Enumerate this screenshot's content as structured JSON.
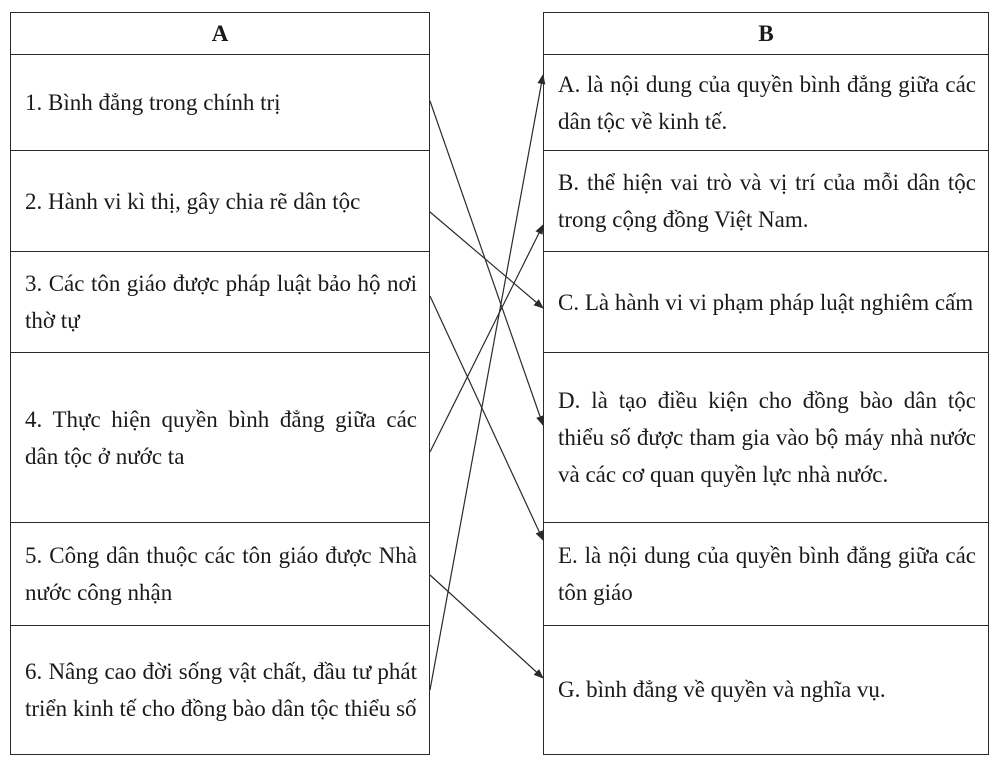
{
  "column_a": {
    "header": "A",
    "items": [
      "1. Bình đẳng trong chính trị",
      "2. Hành vi kì thị, gây chia rẽ dân tộc",
      "3. Các tôn giáo được pháp luật bảo hộ nơi thờ tự",
      "4. Thực hiện quyền bình đẳng giữa các dân tộc ở nước ta",
      "5. Công dân thuộc các tôn giáo được Nhà nước công nhận",
      "6. Nâng cao đời sống vật chất, đầu tư phát triển kinh tế cho đồng bào dân tộc thiểu số"
    ]
  },
  "column_b": {
    "header": "B",
    "items": [
      "A. là nội dung của quyền bình đẳng giữa các dân tộc về kinh tế.",
      "B. thể hiện vai trò và vị trí của mỗi dân tộc trong cộng đồng Việt Nam.",
      "C. Là hành vi vi phạm pháp luật nghiêm cấm",
      "D. là tạo điều kiện cho đồng bào dân tộc thiểu số được tham gia vào bộ máy nhà nước và các cơ quan quyền lực nhà nước.",
      "E. là nội dung của quyền bình đẳng giữa các tôn giáo",
      "G. bình đẳng về quyền và nghĩa vụ."
    ]
  },
  "matches": [
    [
      1,
      4
    ],
    [
      2,
      3
    ],
    [
      3,
      5
    ],
    [
      4,
      2
    ],
    [
      5,
      6
    ],
    [
      6,
      1
    ]
  ]
}
